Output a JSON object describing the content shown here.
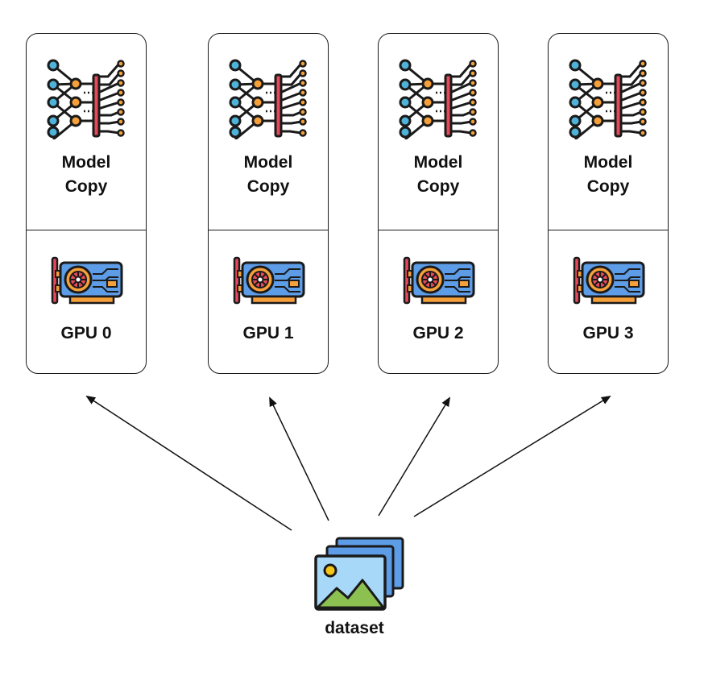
{
  "workers": [
    {
      "model_line1": "Model",
      "model_line2": "Copy",
      "gpu_label": "GPU 0"
    },
    {
      "model_line1": "Model",
      "model_line2": "Copy",
      "gpu_label": "GPU 1"
    },
    {
      "model_line1": "Model",
      "model_line2": "Copy",
      "gpu_label": "GPU 2"
    },
    {
      "model_line1": "Model",
      "model_line2": "Copy",
      "gpu_label": "GPU 3"
    }
  ],
  "dataset_label": "dataset",
  "icons": {
    "model": "neural-network-icon",
    "gpu": "graphics-card-icon",
    "dataset": "image-stack-icon"
  },
  "colors": {
    "node_blue": "#4fb3d9",
    "node_orange": "#f5a03a",
    "bar_red": "#e8495a",
    "gpu_blue": "#5d9ce6",
    "photo_green": "#8cc152",
    "photo_sky": "#a8d8f8"
  }
}
